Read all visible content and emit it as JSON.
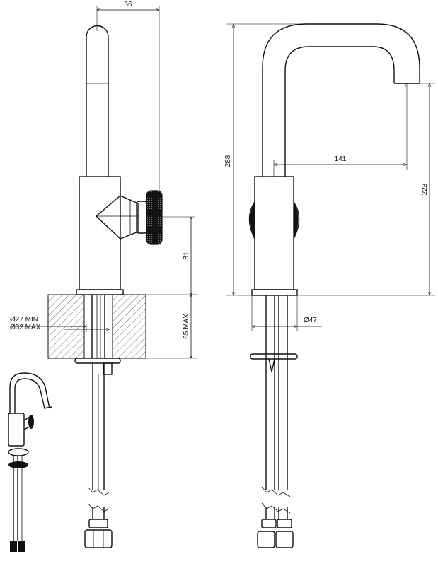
{
  "dimensions": {
    "spout_offset_side": "66",
    "handle_height": "81",
    "deck_thickness": "65 MAX",
    "hole_min": "Ø27 MIN",
    "hole_max": "Ø32 MAX",
    "total_height": "288",
    "spout_reach": "141",
    "spout_height": "223",
    "base_diameter": "Ø47"
  },
  "colors": {
    "line": "#111111",
    "background": "#ffffff"
  }
}
